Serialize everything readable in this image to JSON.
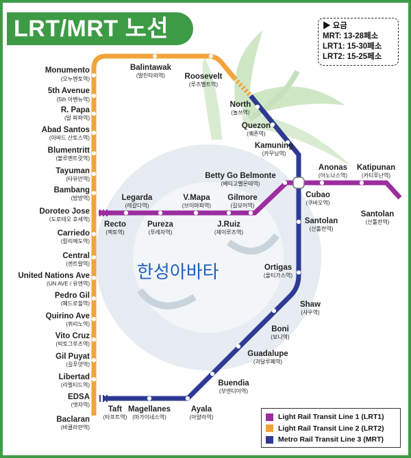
{
  "title": "LRT/MRT 노선",
  "fares": {
    "heading": "요금",
    "lines": [
      "MRT: 13-28페소",
      "LRT1: 15-30페소",
      "LRT2: 15-25페소"
    ]
  },
  "legend": [
    {
      "label": "Light Rail Transit Line 1 (LRT1)",
      "color": "#9b2d9f"
    },
    {
      "label": "Light Rail Transit Line 2 (LRT2)",
      "color": "#f2a33a"
    },
    {
      "label": "Metro Rail Transit Line 3 (MRT)",
      "color": "#2e3a93"
    }
  ],
  "watermark": "한성아바타",
  "colors": {
    "lrt1": "#9b2d9f",
    "lrt2": "#f2a33a",
    "mrt": "#2e3a93",
    "frame": "#3d9b45"
  },
  "stations": {
    "monumento": {
      "en": "Monumento",
      "ko": "(오누멘토역)"
    },
    "fifth_avenue": {
      "en": "5th Avenue",
      "ko": "(5th 아벤뉴역)"
    },
    "r_papa": {
      "en": "R. Papa",
      "ko": "(알 파파역)"
    },
    "abad_santos": {
      "en": "Abad Santos",
      "ko": "(아바드 산토스역)"
    },
    "blumentritt": {
      "en": "Blumentritt",
      "ko": "(블루멘트릿역)"
    },
    "tayuman": {
      "en": "Tayuman",
      "ko": "(타유만역)"
    },
    "bambang": {
      "en": "Bambang",
      "ko": "(밤방역)"
    },
    "doroteo_jose": {
      "en": "Doroteo Jose",
      "ko": "(도로테오 호세역)"
    },
    "carriedo": {
      "en": "Carriedo",
      "ko": "(칼리에도역)"
    },
    "central": {
      "en": "Central",
      "ko": "(센트랄역)"
    },
    "un_avenue": {
      "en": "United Nations Ave",
      "ko": "(UN AVE / 유엔역)"
    },
    "pedro_gil": {
      "en": "Pedro Gil",
      "ko": "(페드로힐역)"
    },
    "quirino_ave": {
      "en": "Quirino Ave",
      "ko": "(퀴리노역)"
    },
    "vito_cruz": {
      "en": "Vito Cruz",
      "ko": "(빅토그루즈역)"
    },
    "gil_puyat": {
      "en": "Gil Puyat",
      "ko": "(길푸얏역)"
    },
    "libertad": {
      "en": "Libertad",
      "ko": "(리벌티드역)"
    },
    "edsa": {
      "en": "EDSA",
      "ko": "(엣자역)"
    },
    "baclaran": {
      "en": "Baclaran",
      "ko": "(바클라란역)"
    },
    "balintawak": {
      "en": "Balintawak",
      "ko": "(발린타와역)"
    },
    "roosevelt": {
      "en": "Roosevelt",
      "ko": "(루즈벨트역)"
    },
    "north": {
      "en": "North",
      "ko": "(놀쓰역)"
    },
    "quezon": {
      "en": "Quezon",
      "ko": "(퀘존역)"
    },
    "kamuning": {
      "en": "Kamuning",
      "ko": "(카무닝역)"
    },
    "betty_go": {
      "en": "Betty Go Belmonte",
      "ko": "(베티고벨몬테역)"
    },
    "anonas": {
      "en": "Anonas",
      "ko": "(아노나스역)"
    },
    "katipunan": {
      "en": "Katipunan",
      "ko": "(카티푸난역)"
    },
    "cubao": {
      "en": "Cubao",
      "ko": "(쿠바오역)"
    },
    "santolan_lrt": {
      "en": "Santolan",
      "ko": "(산톨란역)"
    },
    "santolan_mrt": {
      "en": "Santolan",
      "ko": "(산톨란역)"
    },
    "legarda": {
      "en": "Legarda",
      "ko": "(레갈다역)"
    },
    "v_mapa": {
      "en": "V.Mapa",
      "ko": "(브이마파역)"
    },
    "gilmore": {
      "en": "Gilmore",
      "ko": "(길모어역)"
    },
    "recto": {
      "en": "Recto",
      "ko": "(렉토역)"
    },
    "pureza": {
      "en": "Pureza",
      "ko": "(푸레자역)"
    },
    "j_ruiz": {
      "en": "J.Ruiz",
      "ko": "(제이루즈역)"
    },
    "ortigas": {
      "en": "Ortigas",
      "ko": "(올티가스역)"
    },
    "shaw": {
      "en": "Shaw",
      "ko": "(샤우역)"
    },
    "boni": {
      "en": "Boni",
      "ko": "(보니역)"
    },
    "guadalupe": {
      "en": "Guadalupe",
      "ko": "(과달루페역)"
    },
    "buendia": {
      "en": "Buendia",
      "ko": "(부엔디아역)"
    },
    "taft": {
      "en": "Taft",
      "ko": "(타프트역)"
    },
    "magellanes": {
      "en": "Magellanes",
      "ko": "(마가이네스역)"
    },
    "ayala": {
      "en": "Ayala",
      "ko": "(아얄라역)"
    }
  }
}
